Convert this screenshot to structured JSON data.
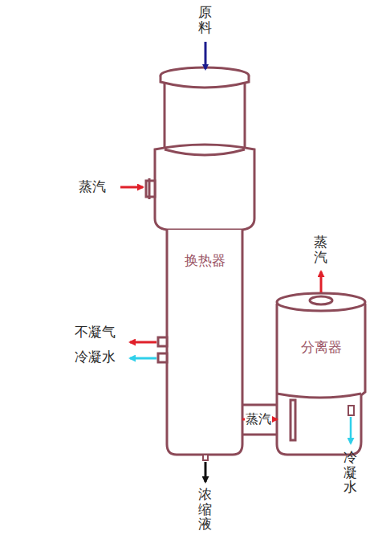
{
  "diagram": {
    "nodes": [
      {
        "text": [
          "换热器"
        ]
      },
      {
        "text": [
          "分离器"
        ]
      }
    ],
    "edges": [
      {
        "from": 0,
        "to": 1,
        "label": "蒸汽",
        "arrow": "to"
      }
    ],
    "labels": [
      "原料",
      "蒸汽",
      "蒸汽",
      "不凝气",
      "冷凝水",
      "冷凝水",
      "浓缩液"
    ]
  }
}
